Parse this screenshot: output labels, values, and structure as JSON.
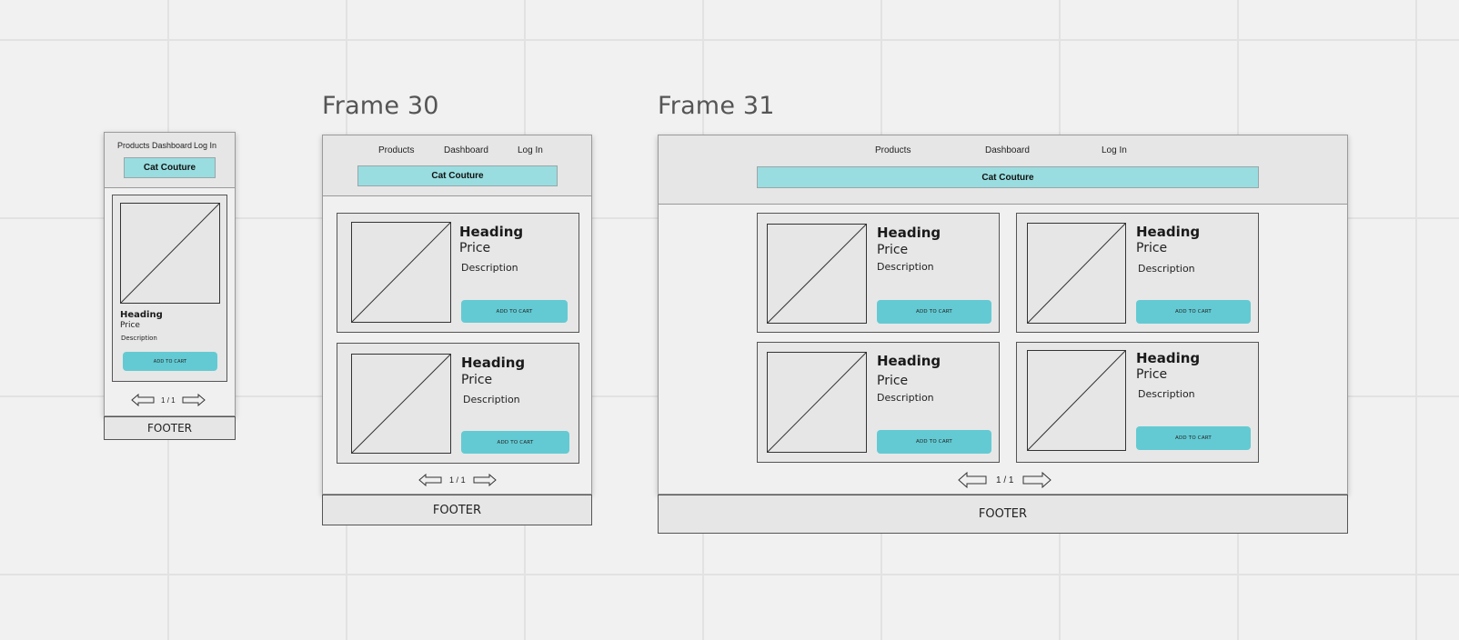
{
  "frames": {
    "small": {
      "nav": [
        "Products",
        "Dashboard",
        "Log In"
      ],
      "brand": "Cat Couture",
      "cards": [
        {
          "heading": "Heading",
          "price": "Price",
          "description": "Description",
          "button": "ADD TO CART"
        }
      ],
      "pager": {
        "current": "1",
        "separator": "/",
        "total": "1"
      },
      "footer": "FOOTER"
    },
    "frame30": {
      "label": "Frame 30",
      "nav": [
        "Products",
        "Dashboard",
        "Log In"
      ],
      "brand": "Cat Couture",
      "cards": [
        {
          "heading": "Heading",
          "price": "Price",
          "description": "Description",
          "button": "ADD TO CART"
        },
        {
          "heading": "Heading",
          "price": "Price",
          "description": "Description",
          "button": "ADD TO CART"
        }
      ],
      "pager": {
        "current": "1",
        "separator": "/",
        "total": "1"
      },
      "footer": "FOOTER"
    },
    "frame31": {
      "label": "Frame 31",
      "nav": [
        "Products",
        "Dashboard",
        "Log In"
      ],
      "brand": "Cat Couture",
      "cards": [
        {
          "heading": "Heading",
          "price": "Price",
          "description": "Description",
          "button": "ADD TO CART"
        },
        {
          "heading": "Heading",
          "price": "Price",
          "description": "Description",
          "button": "ADD TO CART"
        },
        {
          "heading": "Heading",
          "price": "Price",
          "description": "Description",
          "button": "ADD TO CART"
        },
        {
          "heading": "Heading",
          "price": "Price",
          "description": "Description",
          "button": "ADD TO CART"
        }
      ],
      "pager": {
        "current": "1",
        "separator": "/",
        "total": "1"
      },
      "footer": "FOOTER"
    }
  },
  "colors": {
    "canvas": "#f1f1f1",
    "brand_bar": "#99dde0",
    "button": "#63cad3",
    "frame_bg": "#f0f0f0",
    "header_bg": "#e6e6e6"
  },
  "icons": {
    "image_placeholder": "image-placeholder-icon",
    "prev": "arrow-left-icon",
    "next": "arrow-right-icon"
  }
}
